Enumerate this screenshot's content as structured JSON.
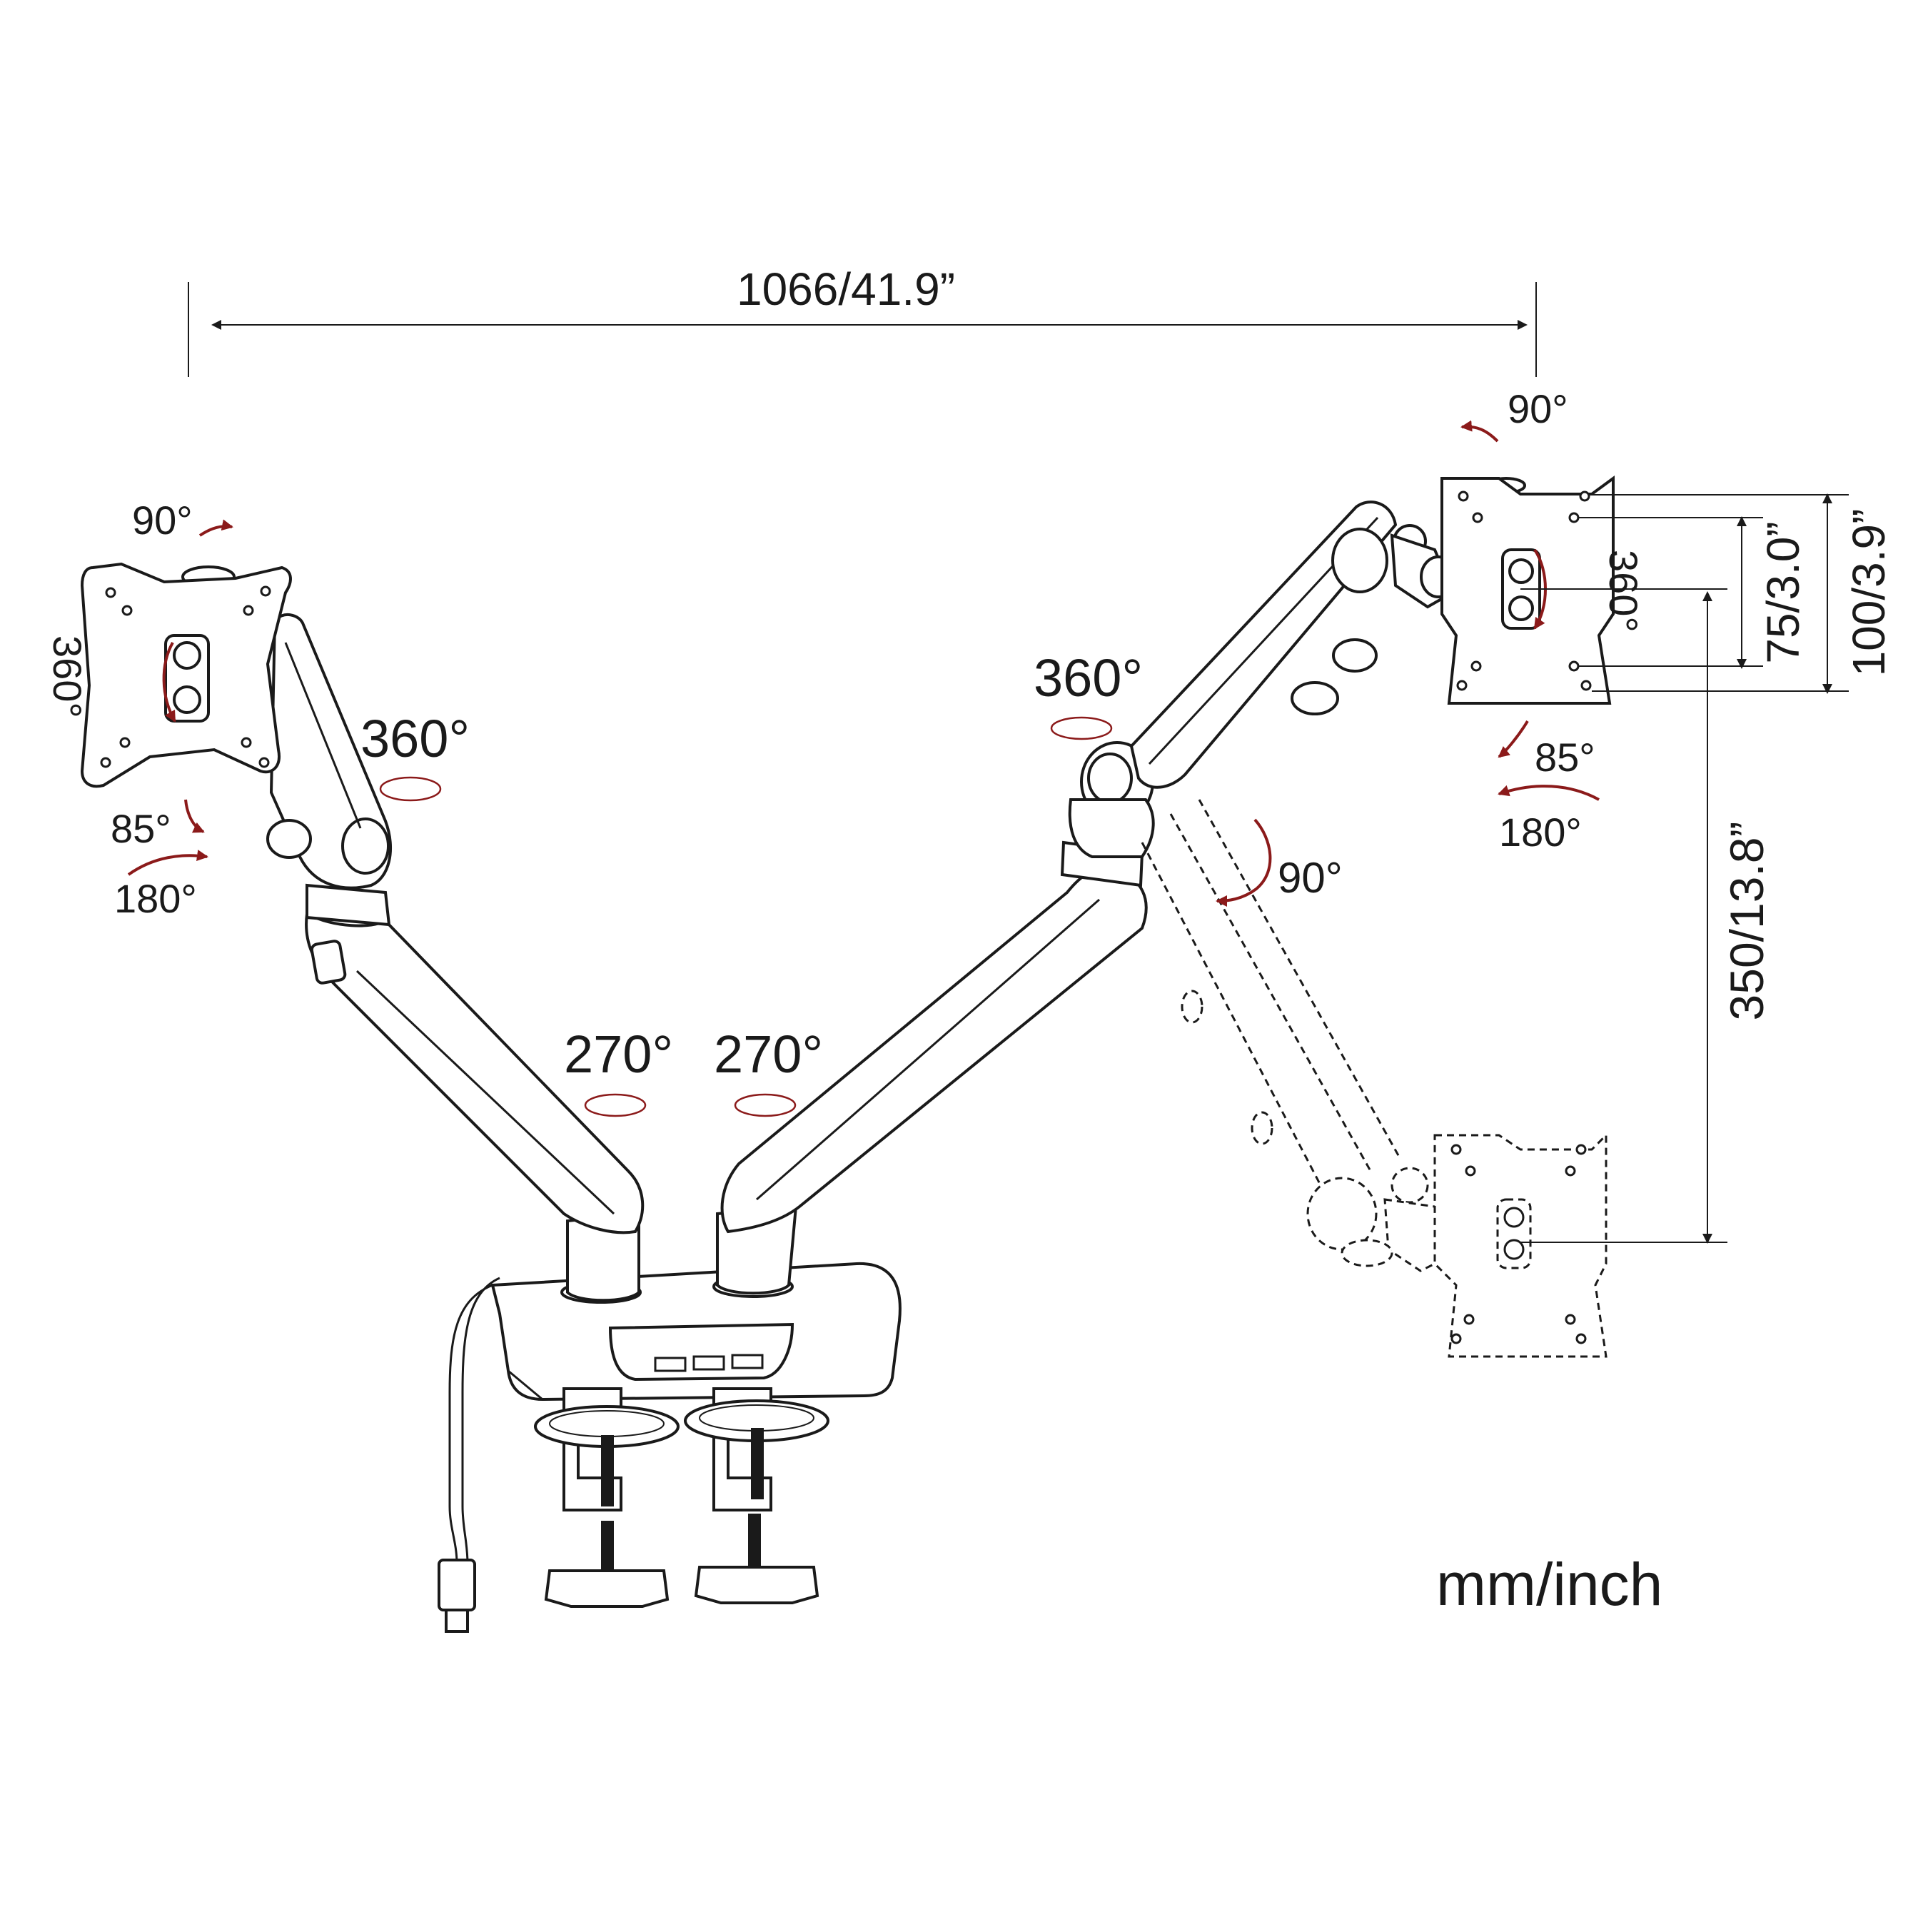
{
  "dimensions": {
    "total_width": "1066/41.9”",
    "height_range": "350/13.8”",
    "vesa_small": "75/3.0”",
    "vesa_large": "100/3.9”"
  },
  "left_arm": {
    "tilt_up": "90°",
    "rotate": "360°",
    "swivel_arm": "360°",
    "tilt_down": "85°",
    "swivel_head": "180°",
    "base_swivel": "270°"
  },
  "right_arm": {
    "tilt_up": "90°",
    "rotate": "360°",
    "swivel_arm": "360°",
    "tilt_down": "85°",
    "swivel_head": "180°",
    "base_swivel": "270°",
    "lift": "90°"
  },
  "units": "mm/inch",
  "colors": {
    "line": "#1a1a1a",
    "arrow": "#8b1a1a",
    "background": "#ffffff"
  }
}
